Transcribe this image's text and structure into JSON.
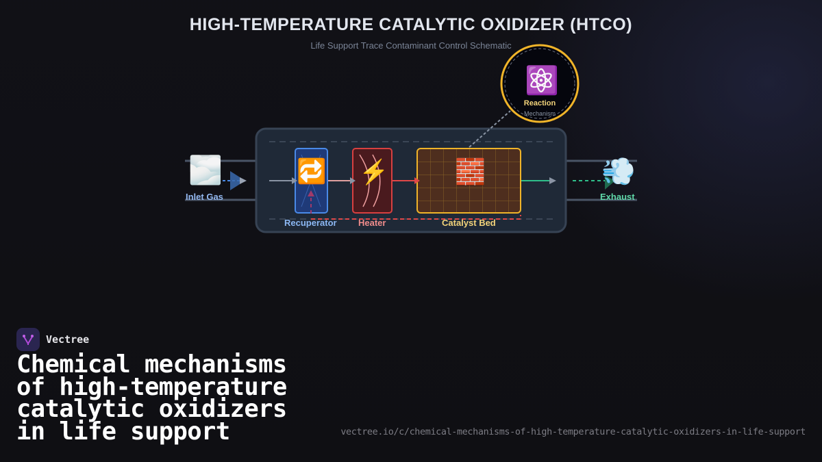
{
  "header": {
    "title": "HIGH-TEMPERATURE CATALYTIC OXIDIZER (HTCO)",
    "subtitle": "Life Support Trace Contaminant Control Schematic"
  },
  "diagram": {
    "inlet": {
      "label": "Inlet Gas",
      "icon": "cloud-icon",
      "glyph": "🌫️",
      "color": "#93b8f0"
    },
    "exhaust": {
      "label": "Exhaust",
      "icon": "dash-away-icon",
      "glyph": "💨",
      "color": "#5fd8a8"
    },
    "stages": [
      {
        "label": "Recuperator",
        "icon": "repeat-icon",
        "glyph": "🔁",
        "color": "#8cb8f4",
        "border": "#4a8ae8",
        "fill": "#1f3a78"
      },
      {
        "label": "Heater",
        "icon": "lightning-icon",
        "glyph": "⚡",
        "color": "#f08c8c",
        "border": "#d94040",
        "fill": "#4a1a1e"
      },
      {
        "label": "Catalyst Bed",
        "icon": "brick-icon",
        "glyph": "🧱",
        "color": "#f2d37a",
        "border": "#f0b429",
        "fill": "#4e2e1e"
      }
    ],
    "callout": {
      "title": "Reaction",
      "subtitle": "Mechanism",
      "icon": "atom-icon",
      "glyph": "⚛️",
      "ring_color": "#f0b429"
    }
  },
  "brand": {
    "name": "Vectree"
  },
  "headline": {
    "lines": [
      "Chemical mechanisms",
      "of high-temperature",
      "catalytic oxidizers",
      "in life support"
    ]
  },
  "footer": {
    "url": "vectree.io/c/chemical-mechanisms-of-high-temperature-catalytic-oxidizers-in-life-support"
  }
}
